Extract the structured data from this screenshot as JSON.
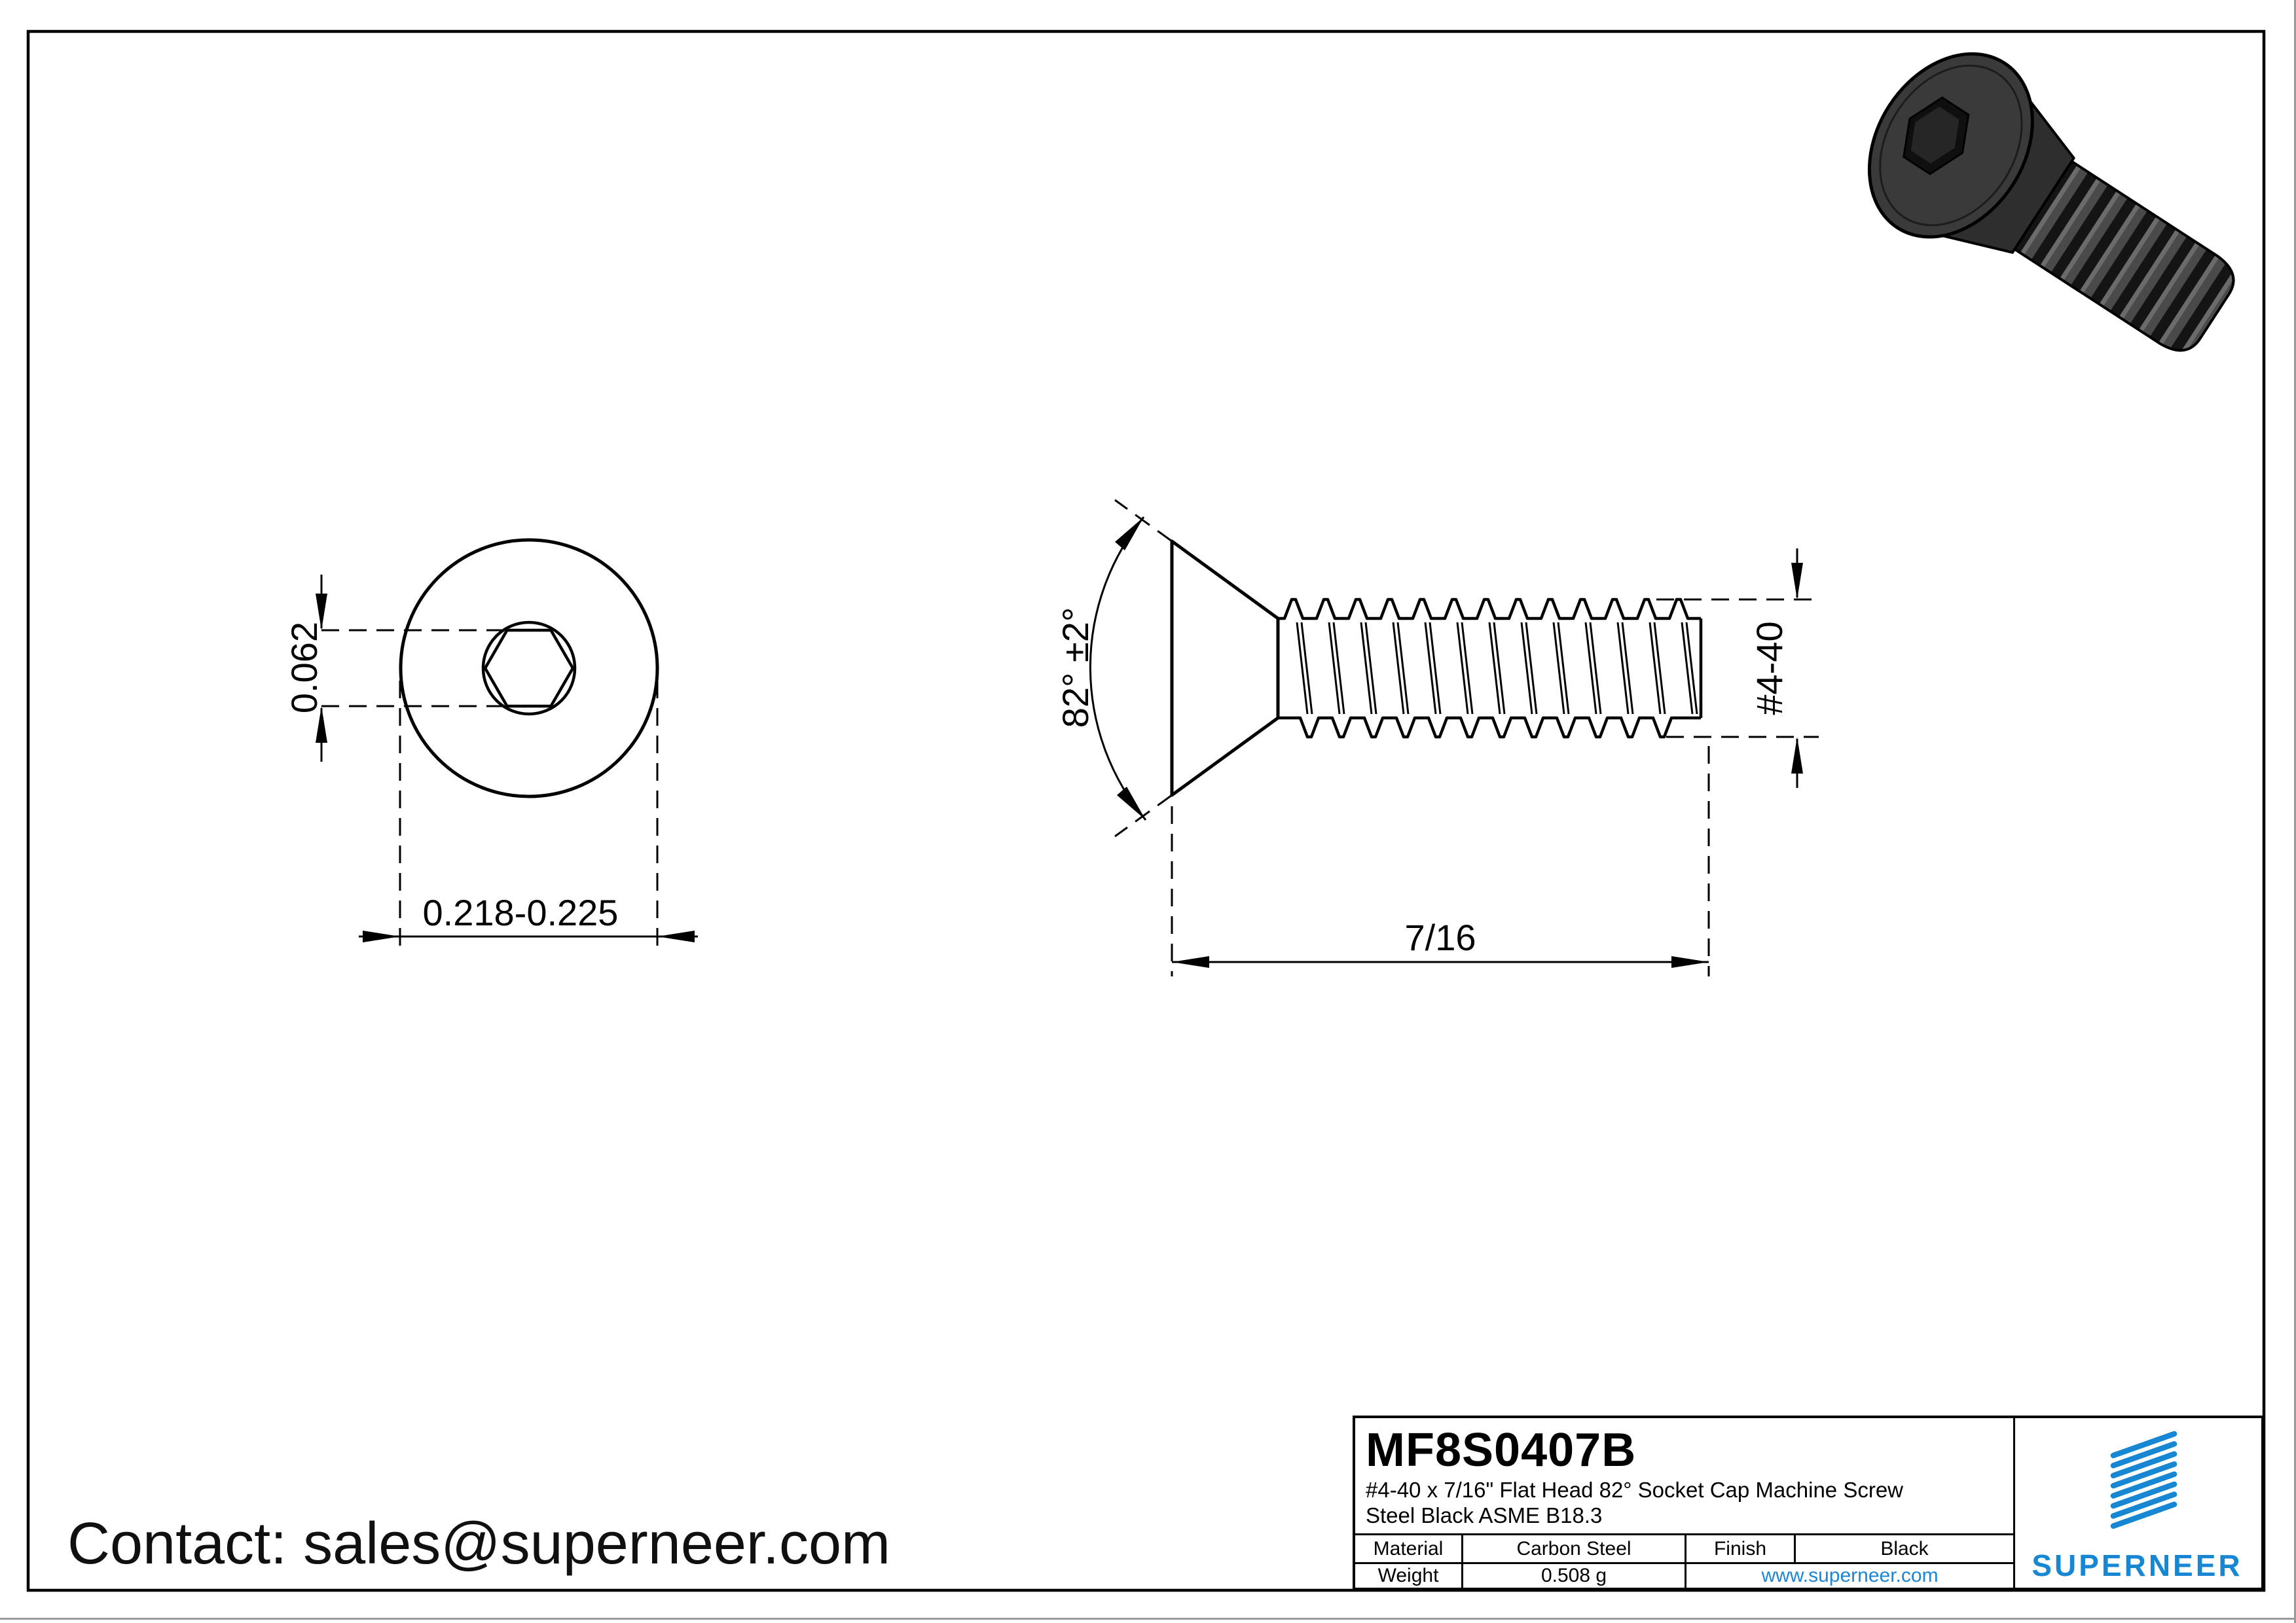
{
  "drawing": {
    "dim_socket": "0.062",
    "dim_head_dia": "0.218-0.225",
    "dim_angle": "82° ±2°",
    "dim_length": "7/16",
    "dim_thread": "#4-40"
  },
  "title_block": {
    "part_number": "MF8S0407B",
    "description_line1": "#4-40  x 7/16\" Flat Head 82° Socket Cap Machine Screw",
    "description_line2": "Steel Black  ASME B18.3",
    "material_label": "Material",
    "material_value": "Carbon Steel",
    "finish_label": "Finish",
    "finish_value": "Black",
    "weight_label": "Weight",
    "weight_value": "0.508 g",
    "website": "www.superneer.com",
    "brand": "SUPERNEER"
  },
  "footer": {
    "contact": "Contact: sales@superneer.com"
  },
  "colors": {
    "accent_blue": "#1787d3",
    "website_blue": "#1a86d8",
    "line_ink": "#000000"
  }
}
